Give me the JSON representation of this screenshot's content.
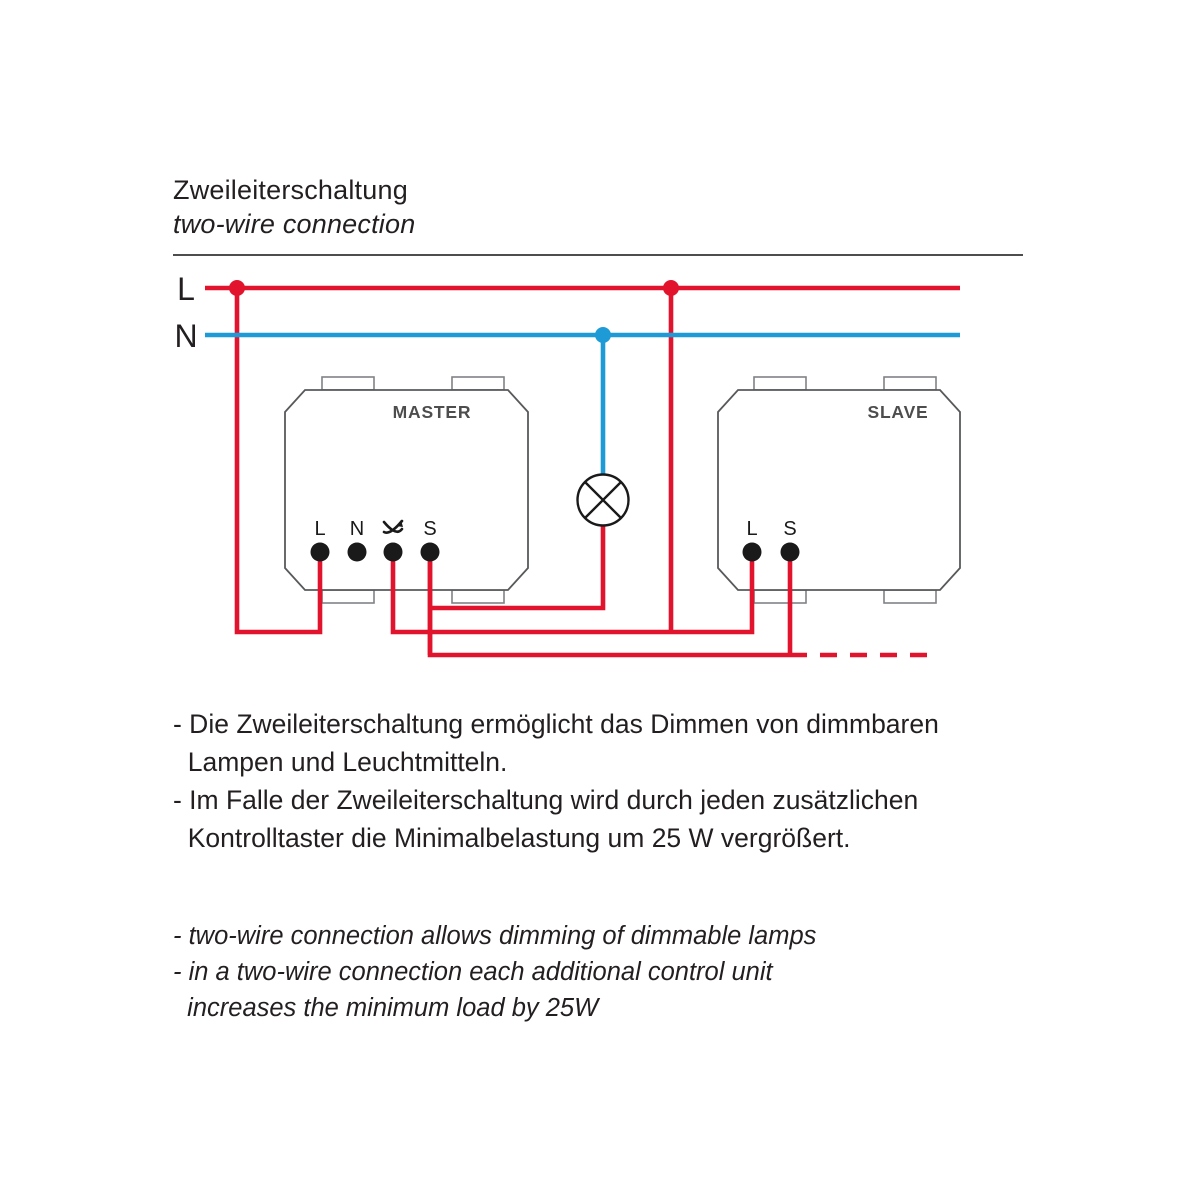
{
  "title": {
    "de": "Zweileiterschaltung",
    "en": "two-wire connection"
  },
  "diagram": {
    "rail_labels": {
      "live": "L",
      "neutral": "N"
    },
    "modules": [
      {
        "name": "MASTER",
        "terminals": [
          "L",
          "N",
          "✗",
          "S"
        ]
      },
      {
        "name": "SLAVE",
        "terminals": [
          "L",
          "S"
        ]
      }
    ],
    "lamp": "lamp-symbol",
    "colors": {
      "live": "#e2142d",
      "neutral": "#1e9bd7",
      "outline": "#58595b",
      "terminal": "#1a1a1a",
      "rule": "#4d4d4d"
    }
  },
  "notes_de": [
    "- Die Zweileiterschaltung ermöglicht das Dimmen von dimmbaren",
    "  Lampen und Leuchtmitteln.",
    "- Im Falle der Zweileiterschaltung wird durch jeden zusätzlichen",
    "  Kontrolltaster die Minimalbelastung um 25 W vergrößert."
  ],
  "notes_en": [
    "- two-wire connection allows dimming of dimmable lamps",
    "- in a two-wire connection each additional control unit",
    "  increases the minimum load by 25W"
  ]
}
